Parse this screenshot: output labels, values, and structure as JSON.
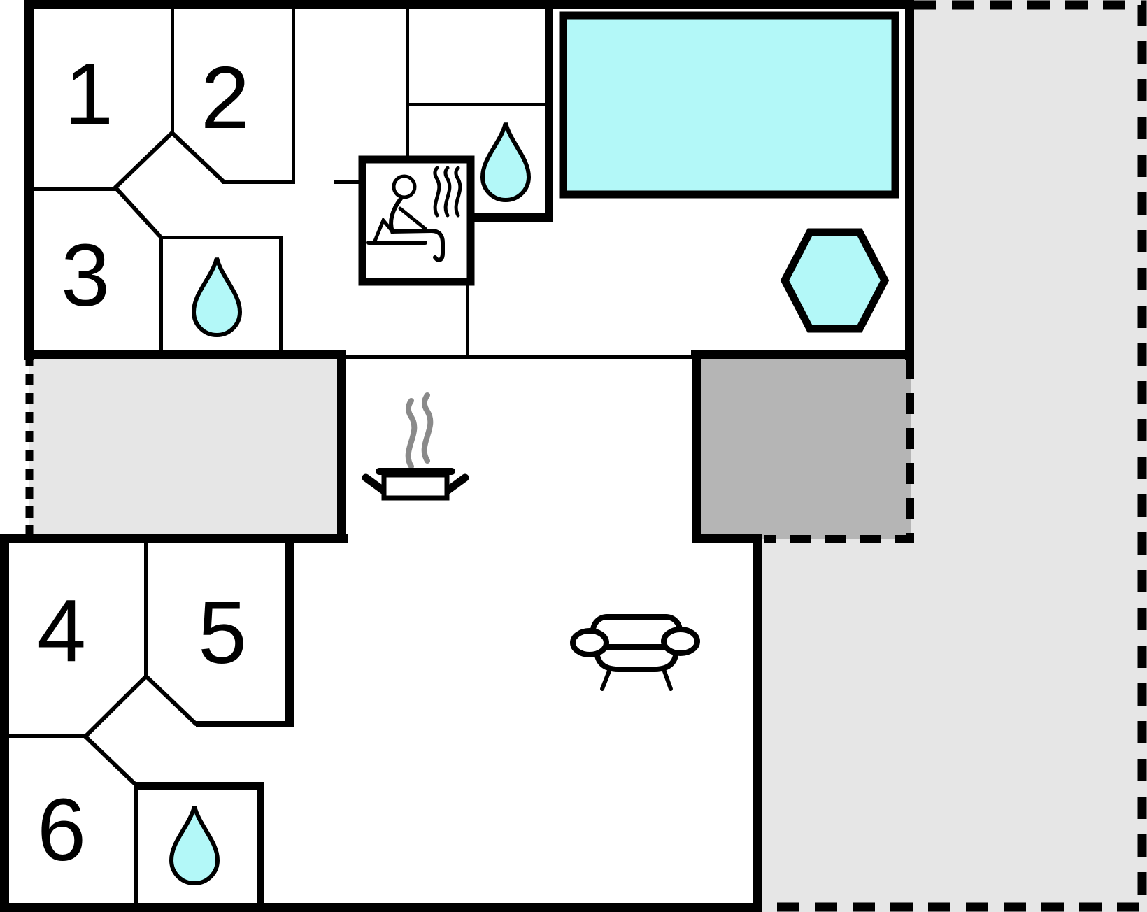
{
  "floorplan": {
    "type": "holiday-home-floor-plan",
    "rooms": [
      {
        "id": "room-1",
        "label": "1"
      },
      {
        "id": "room-2",
        "label": "2"
      },
      {
        "id": "room-3",
        "label": "3"
      },
      {
        "id": "room-4",
        "label": "4"
      },
      {
        "id": "room-5",
        "label": "5"
      },
      {
        "id": "room-6",
        "label": "6"
      }
    ],
    "features": {
      "pool": "swimming-pool",
      "whirlpool": "whirlpool-hexagon",
      "sauna": "sauna",
      "bathrooms": [
        "bathroom-drop-top",
        "bathroom-drop-left",
        "bathroom-drop-bottom"
      ],
      "kitchen": "stove-pot-with-steam",
      "living_room": "sofa",
      "terraces": [
        "terrace-left",
        "terrace-covered-dark",
        "terrace-right-large"
      ]
    },
    "colors": {
      "wall": "#000000",
      "bg": "#ffffff",
      "water": "#b3f8f8",
      "terrace_light": "#e6e6e6",
      "terrace_dark": "#b5b5b5",
      "steam": "#8a8a8a"
    }
  }
}
